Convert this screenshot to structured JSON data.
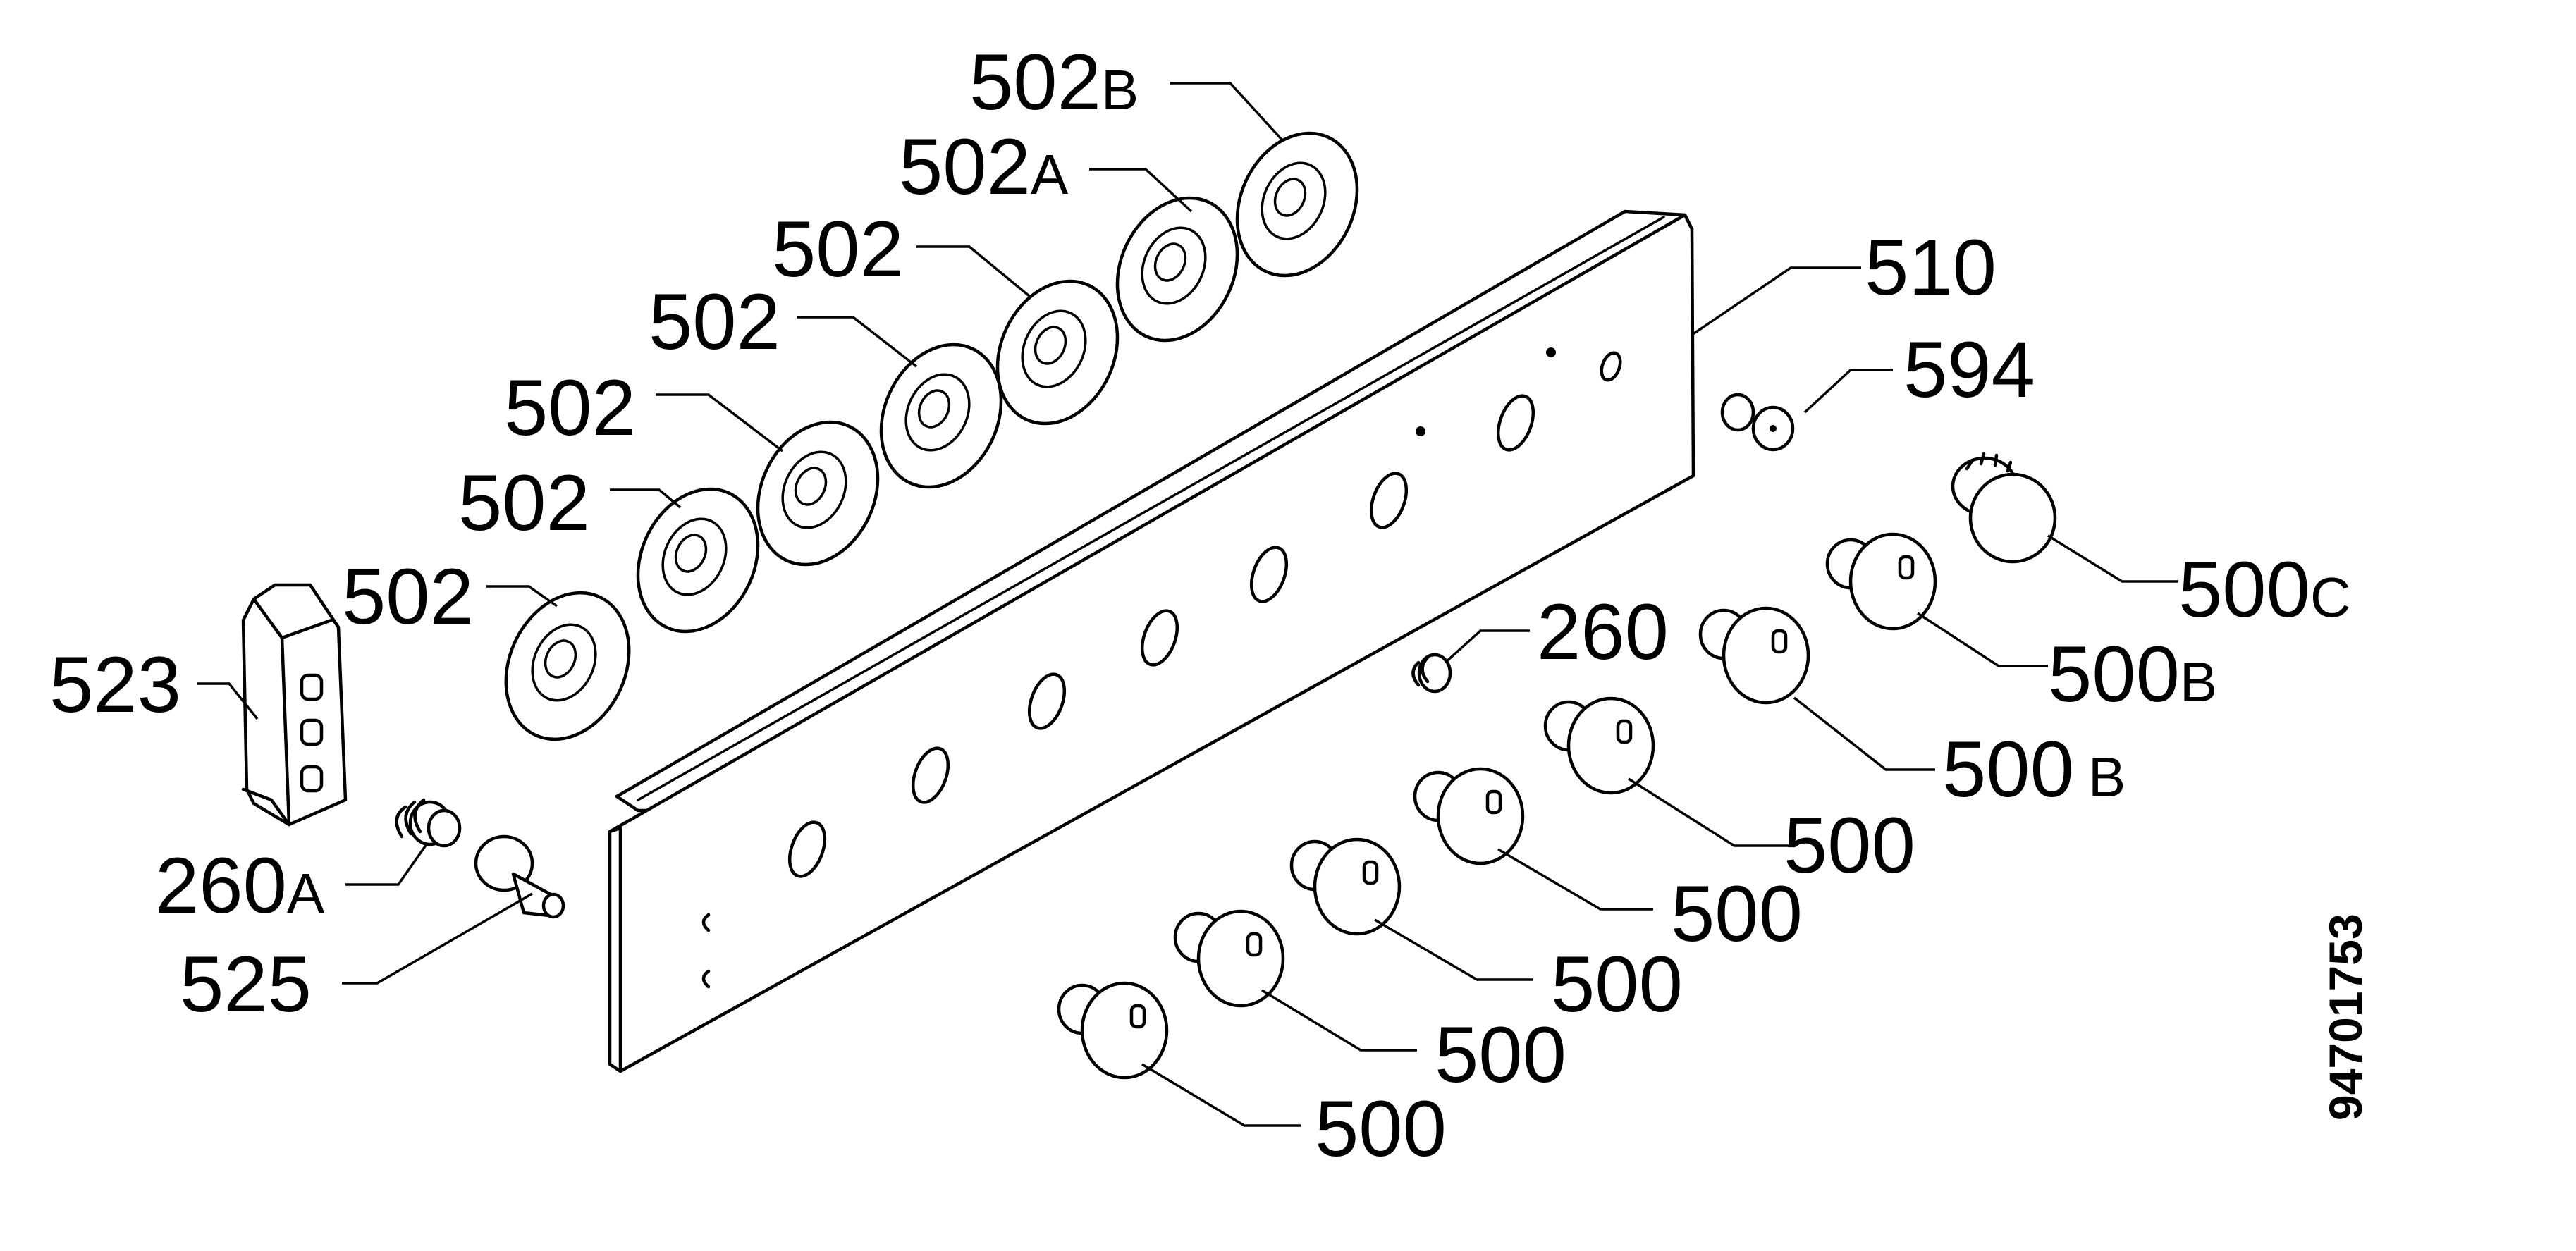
{
  "catalog_number": "94701753",
  "callouts": [
    {
      "id": "c502b",
      "num": "502",
      "suffix": "B"
    },
    {
      "id": "c502a",
      "num": "502",
      "suffix": "A"
    },
    {
      "id": "c502_1",
      "num": "502",
      "suffix": ""
    },
    {
      "id": "c502_2",
      "num": "502",
      "suffix": ""
    },
    {
      "id": "c502_3",
      "num": "502",
      "suffix": ""
    },
    {
      "id": "c502_4",
      "num": "502",
      "suffix": ""
    },
    {
      "id": "c502_5",
      "num": "502",
      "suffix": ""
    },
    {
      "id": "c510",
      "num": "510",
      "suffix": ""
    },
    {
      "id": "c594",
      "num": "594",
      "suffix": ""
    },
    {
      "id": "c500c",
      "num": "500",
      "suffix": "C"
    },
    {
      "id": "c500b1",
      "num": "500",
      "suffix": "B"
    },
    {
      "id": "c500b2",
      "num": "500",
      "suffix": "B"
    },
    {
      "id": "c260",
      "num": "260",
      "suffix": ""
    },
    {
      "id": "c500_1",
      "num": "500",
      "suffix": ""
    },
    {
      "id": "c500_2",
      "num": "500",
      "suffix": ""
    },
    {
      "id": "c500_3",
      "num": "500",
      "suffix": ""
    },
    {
      "id": "c500_4",
      "num": "500",
      "suffix": ""
    },
    {
      "id": "c500_5",
      "num": "500",
      "suffix": ""
    },
    {
      "id": "c523",
      "num": "523",
      "suffix": ""
    },
    {
      "id": "c260a",
      "num": "260",
      "suffix": "A"
    },
    {
      "id": "c525",
      "num": "525",
      "suffix": ""
    }
  ]
}
